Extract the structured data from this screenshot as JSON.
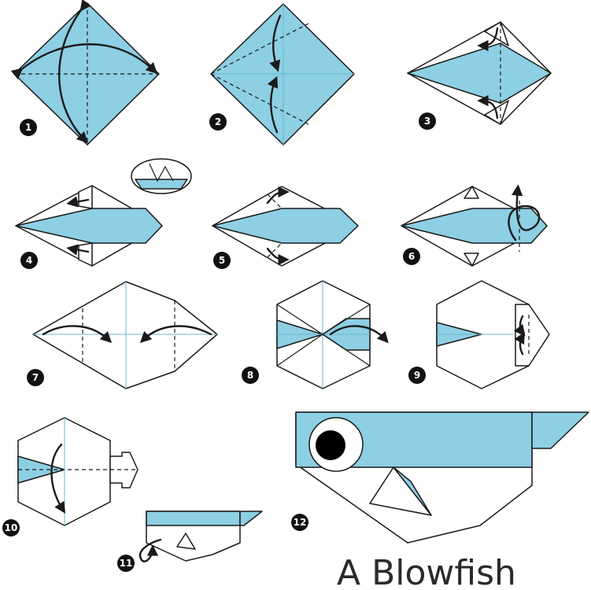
{
  "title": "A Blowfish",
  "colors": {
    "paper": "#8dcfe3",
    "outline": "#1a1a1a",
    "background": "#ffffff"
  },
  "steps": [
    {
      "number": "1"
    },
    {
      "number": "2"
    },
    {
      "number": "3"
    },
    {
      "number": "4"
    },
    {
      "number": "5"
    },
    {
      "number": "6"
    },
    {
      "number": "7"
    },
    {
      "number": "8"
    },
    {
      "number": "9"
    },
    {
      "number": "10"
    },
    {
      "number": "11"
    },
    {
      "number": "12"
    }
  ]
}
